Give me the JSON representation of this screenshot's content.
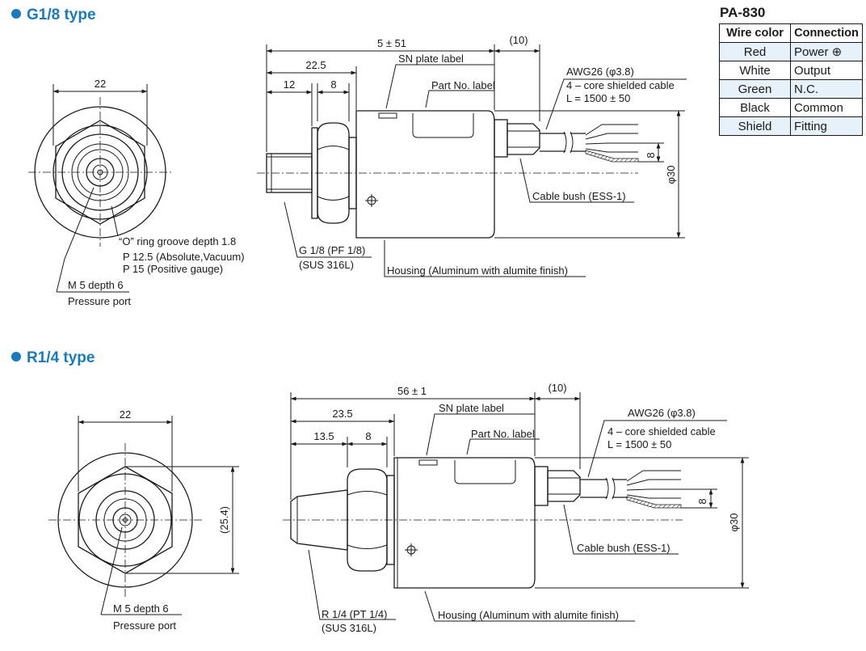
{
  "sections": {
    "g18": {
      "title": "G1/8 type",
      "dims": {
        "total_length": "5 ± 51",
        "cable_offset": "(10)",
        "hex_to_body": "22.5",
        "thread_len": "12",
        "hex_len": "8",
        "hex_width": "22",
        "cable_pitch": "8",
        "body_dia": "φ30"
      },
      "labels": {
        "sn_plate": "SN plate label",
        "part_no": "Part No. label",
        "awg": "AWG26 (φ3.8)",
        "cable_desc": "4 – core shielded cable",
        "cable_len": "L = 1500 ± 50",
        "cable_bush": "Cable bush (ESS-1)",
        "thread": "G 1/8 (PF 1/8)",
        "material": "(SUS 316L)",
        "housing": "Housing (Aluminum with alumite finish)",
        "oring_1": "“O” ring groove depth 1.8",
        "oring_2": "P 12.5 (Absolute,Vacuum)",
        "oring_3": "P 15 (Positive gauge)",
        "port_1": "M 5 depth 6",
        "port_2": "Pressure port"
      }
    },
    "r14": {
      "title": "R1/4 type",
      "dims": {
        "total_length": "56 ± 1",
        "cable_offset": "(10)",
        "hex_to_body": "23.5",
        "thread_len": "13.5",
        "hex_len": "8",
        "hex_width": "22",
        "across_corners": "(25.4)",
        "cable_pitch": "8",
        "body_dia": "φ30"
      },
      "labels": {
        "sn_plate": "SN plate label",
        "part_no": "Part No. label",
        "awg": "AWG26 (φ3.8)",
        "cable_desc": "4 – core shielded cable",
        "cable_len": "L = 1500 ± 50",
        "cable_bush": "Cable bush (ESS-1)",
        "thread": "R 1/4 (PT 1/4)",
        "material": "(SUS 316L)",
        "housing": "Housing (Aluminum with alumite finish)",
        "port_1": "M 5 depth 6",
        "port_2": "Pressure port"
      }
    }
  },
  "wire_table": {
    "title": "PA-830",
    "headers": [
      "Wire color",
      "Connection"
    ],
    "rows": [
      {
        "color": "Red",
        "connection": "Power ⊕"
      },
      {
        "color": "White",
        "connection": "Output"
      },
      {
        "color": "Green",
        "connection": "N.C."
      },
      {
        "color": "Black",
        "connection": "Common"
      },
      {
        "color": "Shield",
        "connection": "Fitting"
      }
    ]
  },
  "colors": {
    "accent": "#1a7ac0",
    "table_alt": "#e6f1fa",
    "ink": "#1a1a1a"
  }
}
